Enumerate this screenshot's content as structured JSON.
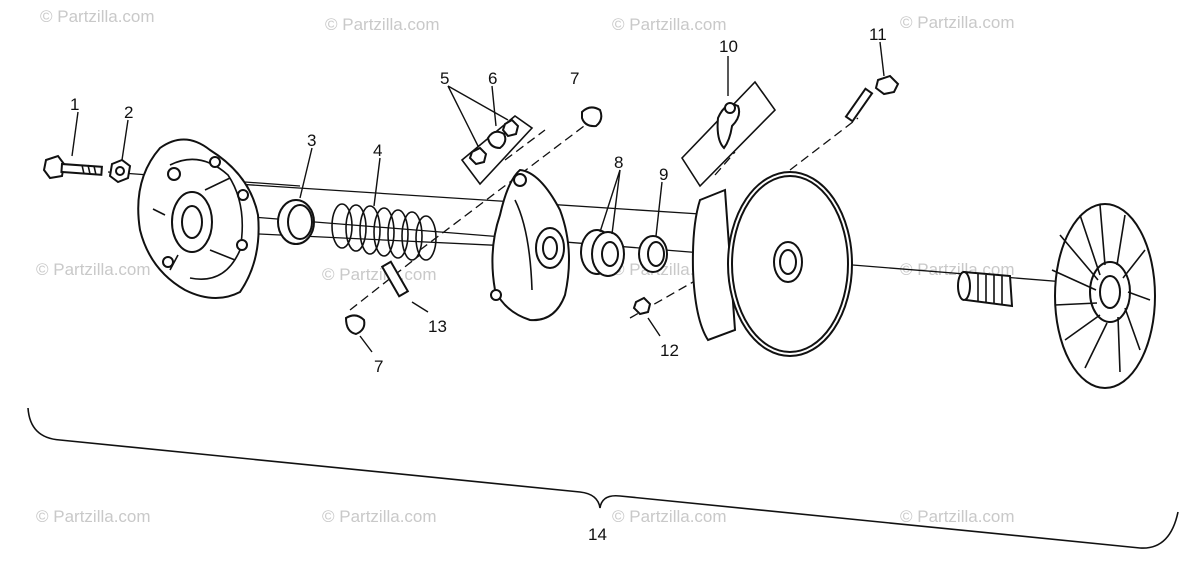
{
  "watermark": "© Partzilla.com",
  "callouts": {
    "c1": "1",
    "c2": "2",
    "c3": "3",
    "c4": "4",
    "c5": "5",
    "c6": "6",
    "c7a": "7",
    "c7b": "7",
    "c8": "8",
    "c9": "9",
    "c10": "10",
    "c11": "11",
    "c12": "12",
    "c13": "13",
    "c14": "14"
  }
}
